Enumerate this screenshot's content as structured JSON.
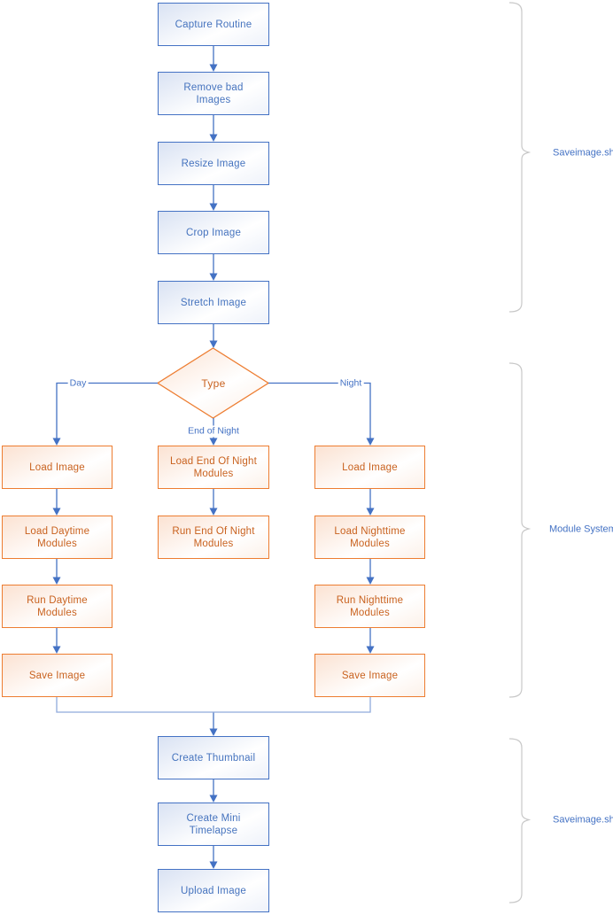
{
  "flowchart": {
    "nodes": {
      "capture_routine": "Capture Routine",
      "remove_bad_images": "Remove bad Images",
      "resize_image": "Resize Image",
      "crop_image": "Crop Image",
      "stretch_image": "Stretch Image",
      "type_decision": "Type",
      "day_load_image": "Load Image",
      "day_load_modules": "Load Daytime Modules",
      "day_run_modules": "Run Daytime Modules",
      "day_save_image": "Save Image",
      "eon_load_modules": "Load End Of Night Modules",
      "eon_run_modules": "Run End Of Night Modules",
      "night_load_image": "Load Image",
      "night_load_modules": "Load Nighttime Modules",
      "night_run_modules": "Run Nighttime Modules",
      "night_save_image": "Save Image",
      "create_thumbnail": "Create Thumbnail",
      "create_mini_timelapse": "Create Mini Timelapse",
      "upload_image": "Upload Image"
    },
    "edge_labels": {
      "day": "Day",
      "night": "Night",
      "end_of_night": "End of Night"
    },
    "braces": {
      "top": "Saveimage.sh",
      "middle": "Module System",
      "bottom": "Saveimage.sh"
    },
    "colors": {
      "blue_border": "#4472C4",
      "blue_text": "#4573BE",
      "blue_fill": "#D9E2F3",
      "orange_border": "#ED7D31",
      "orange_text": "#C9621F",
      "orange_fill": "#FBE2D2",
      "connector": "#4472C4",
      "connector_light": "#8FAADC",
      "brace": "#C8C8C8"
    }
  }
}
